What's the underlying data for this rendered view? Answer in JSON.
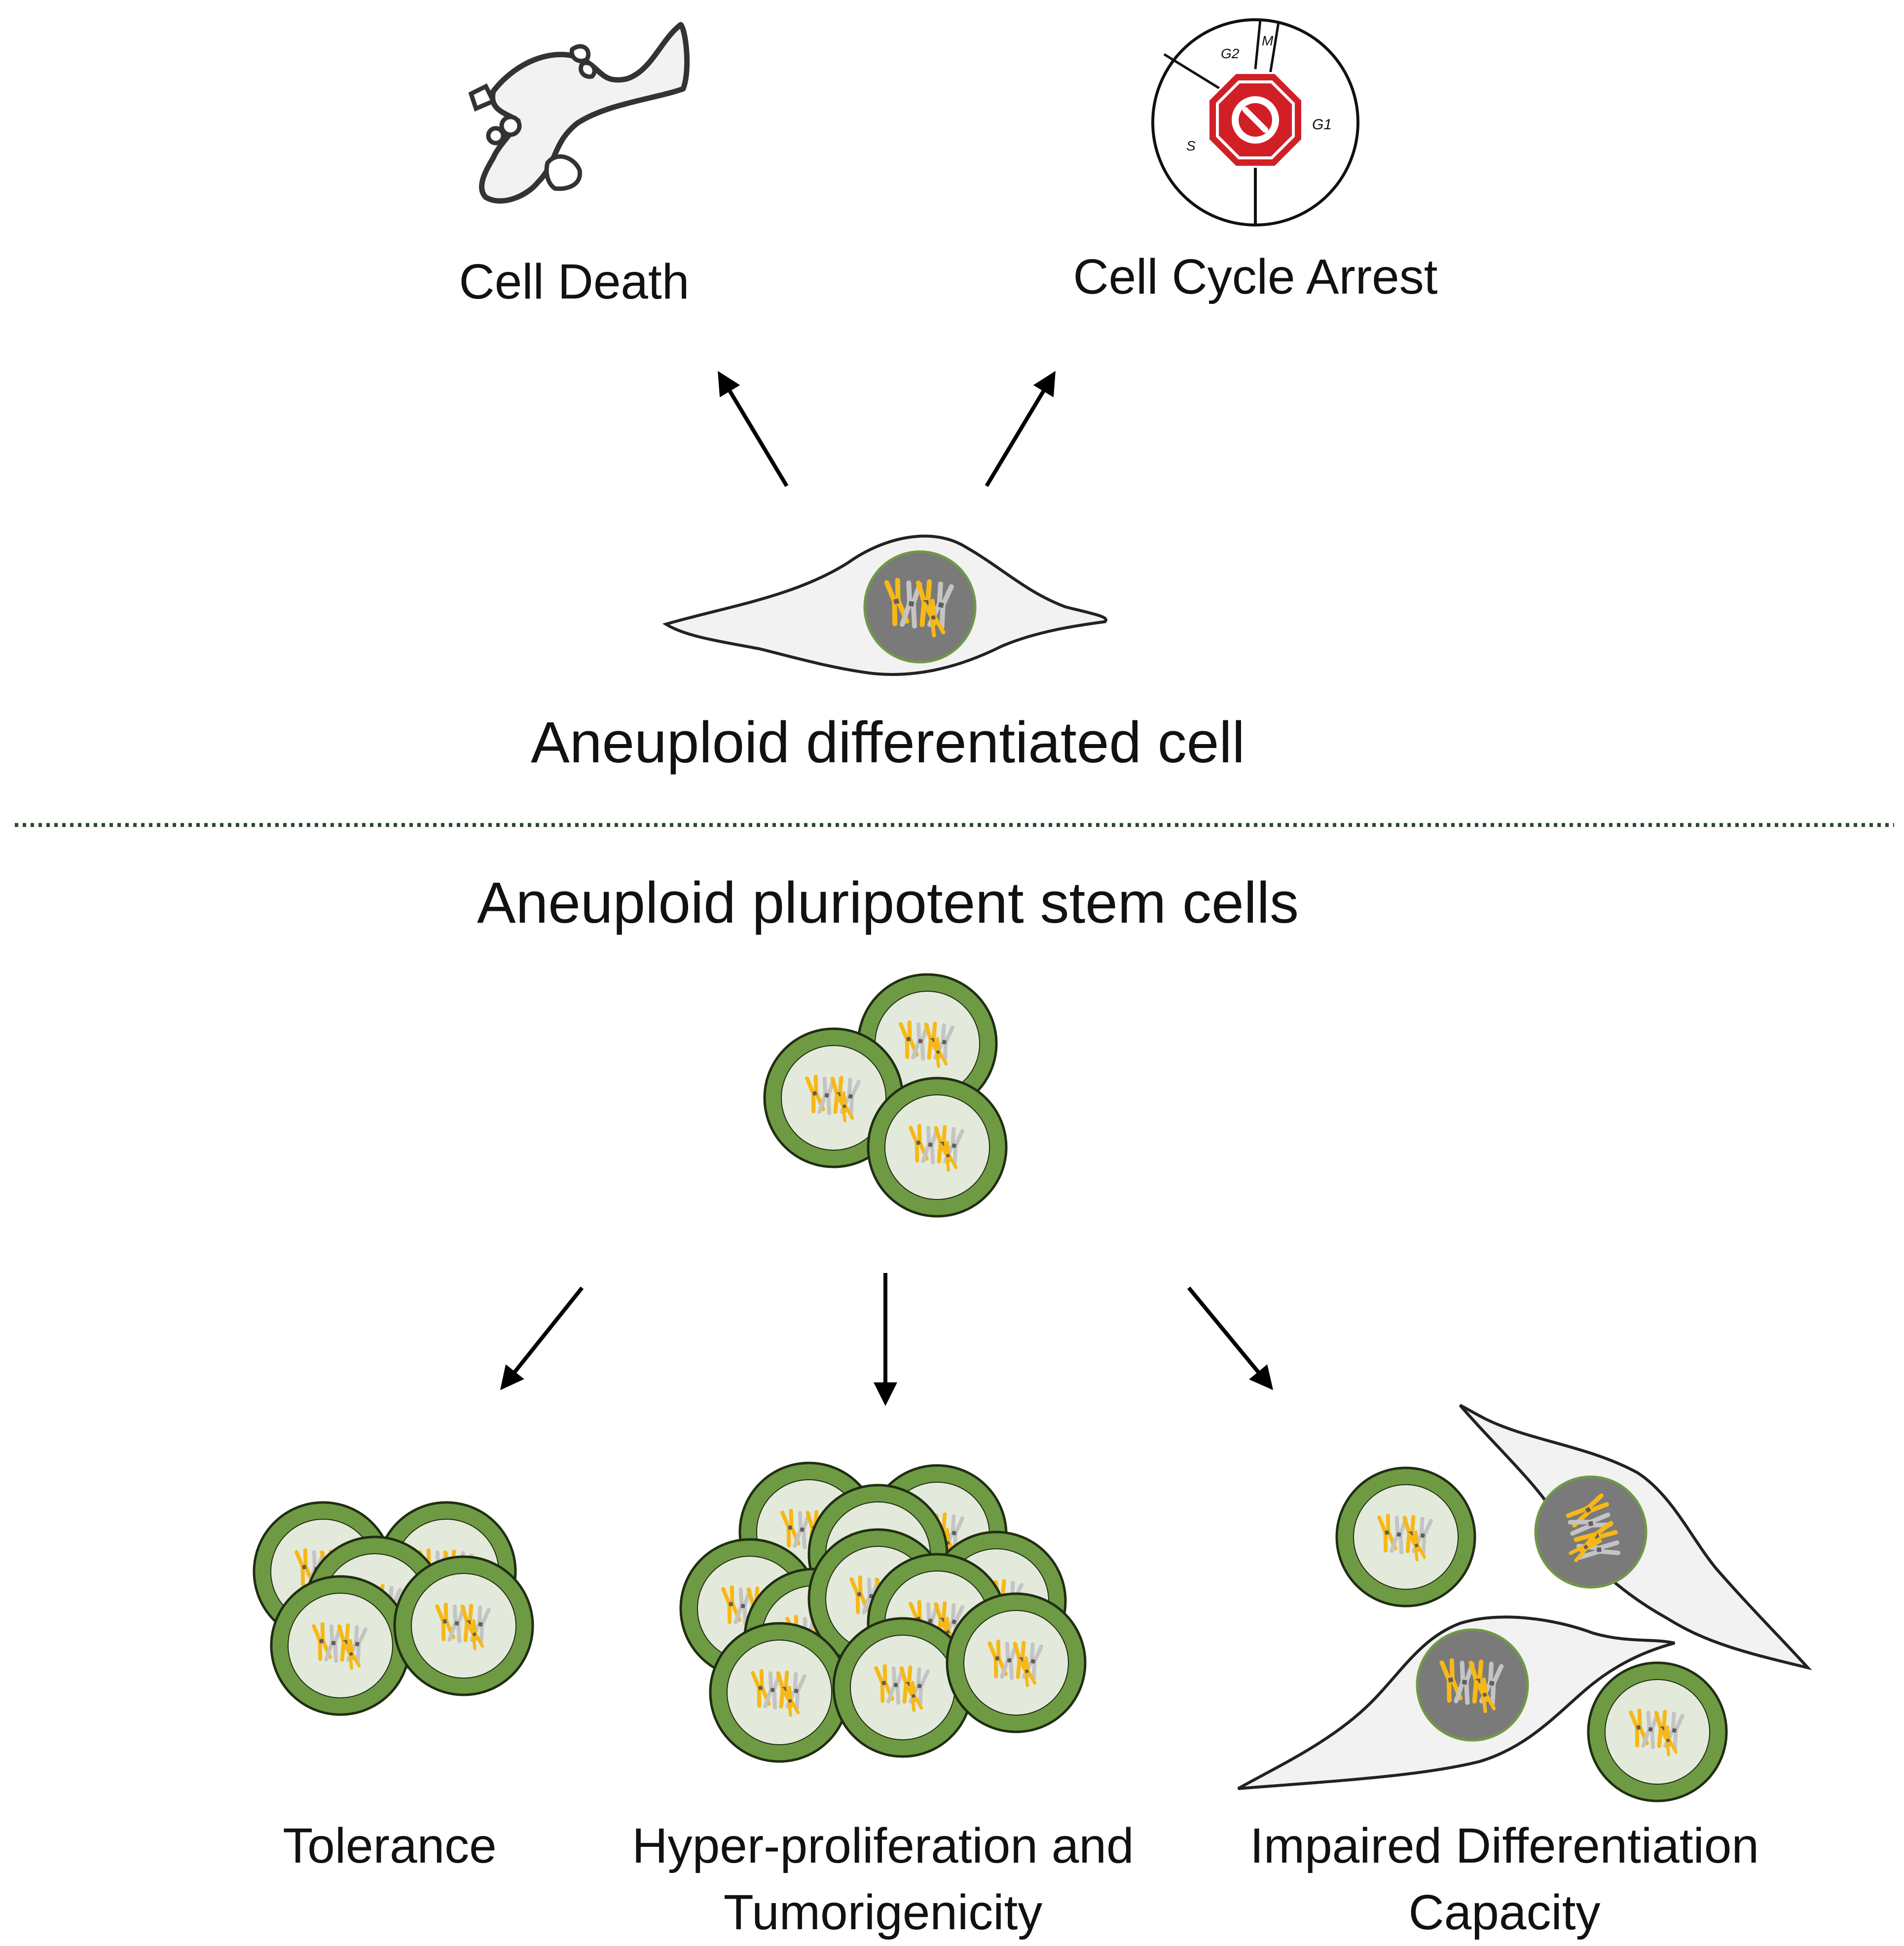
{
  "labels": {
    "cell_death": "Cell Death",
    "cell_cycle_arrest": "Cell Cycle Arrest",
    "aneuploid_differentiated_cell": "Aneuploid differentiated cell",
    "aneuploid_pluripotent_stem_cells": "Aneuploid pluripotent stem cells",
    "tolerance": "Tolerance",
    "hyper_proliferation_line1": "Hyper-proliferation and",
    "hyper_proliferation_line2": "Tumorigenicity",
    "impaired_line1": "Impaired Differentiation",
    "impaired_line2": "Capacity"
  },
  "cell_cycle_phases": {
    "g2": "G2",
    "m": "M",
    "g1": "G1",
    "s": "S"
  },
  "colors": {
    "stem_cell_ring": "#6f9a44",
    "stem_cell_ring_edge": "#1f2e12",
    "stem_cell_nucleus": "#e3eadb",
    "diff_cell_body": "#f2f2f2",
    "diff_cell_nucleus": "#7a7a7a",
    "chromosome_yellow": "#f7b817",
    "chromosome_grey": "#c4c4c4",
    "stop_sign_red": "#d21f26",
    "divider": "#2d4a2b"
  }
}
